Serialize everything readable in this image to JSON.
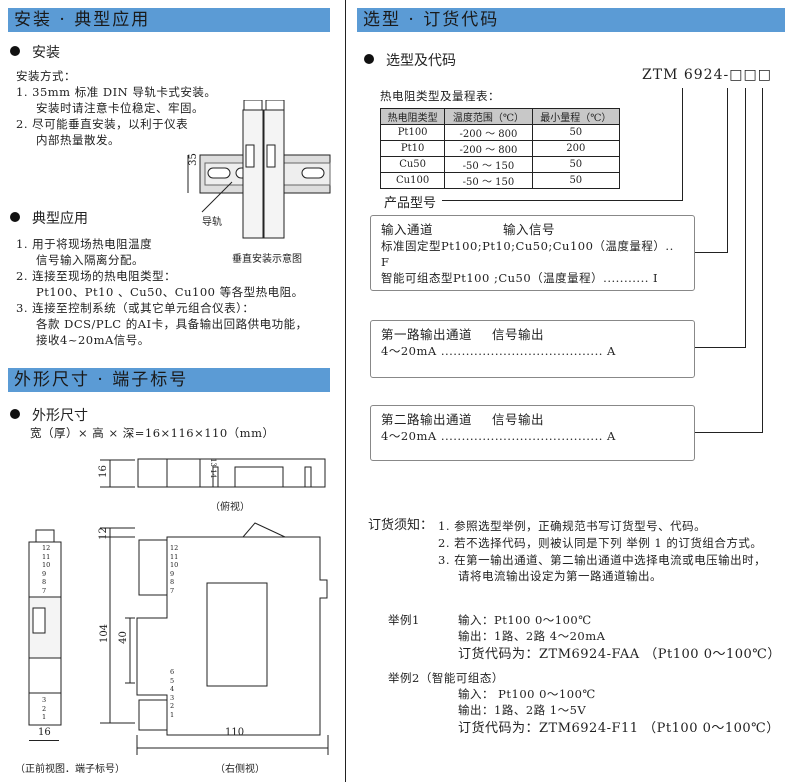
{
  "left": {
    "header1": "安装 · 典型应用",
    "install": {
      "title": "安装",
      "method_label": "安装方式：",
      "lines": [
        "1.  35mm 标准 DIN 导轨卡式安装。",
        "安装时请注意卡位稳定、牢固。",
        "2.  尽可能垂直安装，以利于仪表",
        "内部热量散发。"
      ],
      "figure": {
        "dim_label": "35",
        "rail_label": "导轨",
        "caption": "垂直安装示意图"
      }
    },
    "application": {
      "title": "典型应用",
      "lines": [
        "1.  用于将现场热电阻温度",
        "信号输入隔离分配。",
        "2.  连接至现场的热电阻类型：",
        "Pt100、Pt10 、Cu50、Cu100 等各型热电阻。",
        "3.  连接至控制系统（或其它单元组合仪表）：",
        "各款 DCS/PLC 的AI卡，具备输出回路供电功能，",
        "接收4~20mA信号。"
      ]
    },
    "header2": "外形尺寸 · 端子标号",
    "dimensions": {
      "title": "外形尺寸",
      "formula": "宽（厚）× 高 × 深=16×116×110（mm）",
      "top_view": {
        "dim": "16",
        "terminals": "13 14",
        "caption": "（俯视）"
      },
      "front_view": {
        "dim": "16",
        "caption": "（正前视图．端子标号）",
        "terminals_top": [
          "12",
          "11",
          "10",
          "9",
          "8",
          "7"
        ],
        "terminals_bottom": [
          "3",
          "2",
          "1"
        ]
      },
      "side_view": {
        "dim_height": "104",
        "dim_top": "12",
        "dim_mid": "40",
        "dim_width": "110",
        "caption": "（右侧视）",
        "terminals": [
          "12",
          "11",
          "10",
          "9",
          "8",
          "7",
          "6",
          "5",
          "4",
          "3",
          "2",
          "1"
        ]
      }
    }
  },
  "right": {
    "header": "选型 · 订货代码",
    "selection": {
      "title": "选型及代码",
      "model_code": "ZTM 6924-",
      "code_boxes": [
        "□",
        "□",
        "□"
      ],
      "table_title": "热电阻类型及量程表：",
      "table": {
        "headers": [
          "热电阻类型",
          "温度范围（℃）",
          "最小量程（℃）"
        ],
        "rows": [
          [
            "Pt100",
            "-200 ～ 800",
            "50"
          ],
          [
            "Pt10",
            "-200 ～ 800",
            "200"
          ],
          [
            "Cu50",
            "-50 ～ 150",
            "50"
          ],
          [
            "Cu100",
            "-50 ～ 150",
            "50"
          ]
        ]
      },
      "product_label": "产品型号",
      "input_box": {
        "col1": "输入通道",
        "col2": "输入信号",
        "lines": [
          "标准固定型Pt100;Pt10;Cu50;Cu100（温度量程）.. F",
          "智能可组态型Pt100 ;Cu50（温度量程）........... I"
        ]
      },
      "output1_box": {
        "col1": "第一路输出通道",
        "col2": "信号输出",
        "line": "4～20mA ....................................... A"
      },
      "output2_box": {
        "col1": "第二路输出通道",
        "col2": "信号输出",
        "line": "4～20mA ....................................... A"
      }
    },
    "order_notes": {
      "label": "订货须知：",
      "items": [
        "1.  参照选型举例，正确规范书写订货型号、代码。",
        "2.  若不选择代码，则被认同是下列 举例 1 的订货组合方式。",
        "3.  在第一输出通道、第二输出通道中选择电流或电压输出时，",
        "请将电流输出设定为第一路通道输出。"
      ]
    },
    "examples": [
      {
        "label": "举例1",
        "input": "输入：Pt100  0～100℃",
        "output": "输出：1路、2路    4～20mA",
        "code": "订货代码为：ZTM6924-FAA （Pt100     0～100℃）"
      },
      {
        "label": "举例2（智能可组态）",
        "input": "输入： Pt100  0～100℃",
        "output": "输出：1路、2路    1～5V",
        "code": "订货代码为：ZTM6924-F11 （Pt100     0～100℃）"
      }
    ]
  }
}
